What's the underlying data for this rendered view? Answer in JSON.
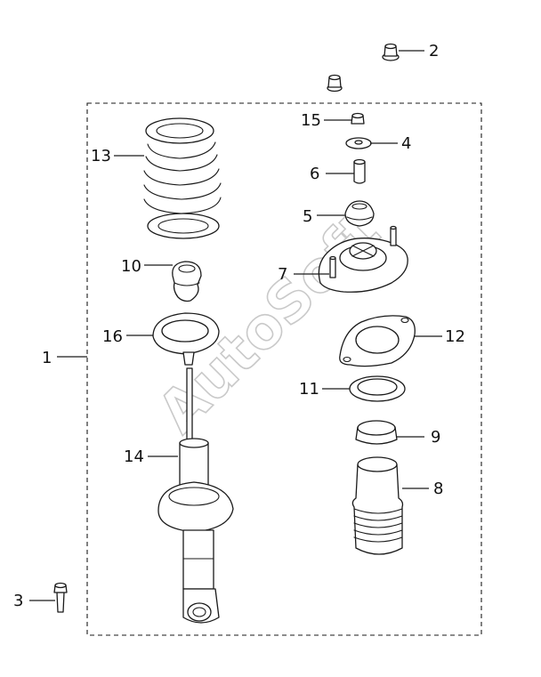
{
  "callouts": {
    "c1": "1",
    "c2": "2",
    "c3": "3",
    "c4": "4",
    "c5": "5",
    "c6": "6",
    "c7": "7",
    "c8": "8",
    "c9": "9",
    "c10": "10",
    "c11": "11",
    "c12": "12",
    "c13": "13",
    "c14": "14",
    "c15": "15",
    "c16": "16"
  },
  "watermark": "AutoSoft",
  "colors": {
    "line": "#1a1a1a",
    "watermark": "#c9c9c9"
  }
}
